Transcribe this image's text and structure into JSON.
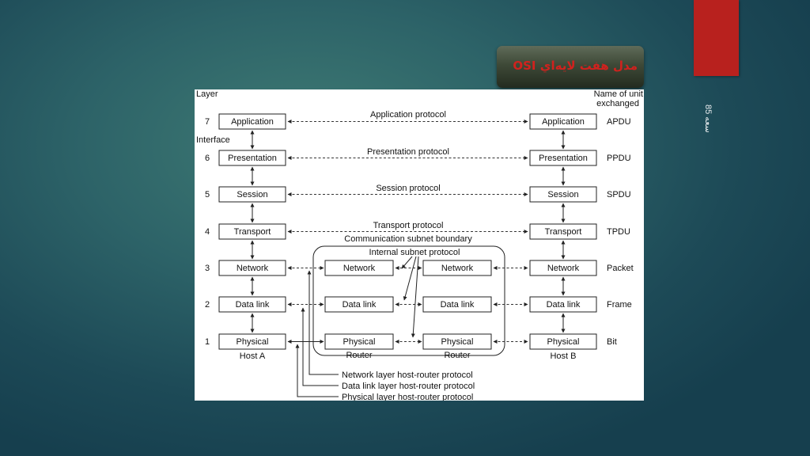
{
  "slide": {
    "title": "مدل هفت لايه‌اي OSI",
    "page_number": "85 سعه"
  },
  "diagram": {
    "header_layer": "Layer",
    "header_unit_line1": "Name of unit",
    "header_unit_line2": "exchanged",
    "interface_label": "Interface",
    "host_a": "Host A",
    "host_b": "Host B",
    "subnet_boundary": "Communication subnet boundary",
    "internal_protocol": "Internal subnet protocol",
    "router_label": "Router",
    "layers": [
      {
        "num": "7",
        "name": "Application",
        "protocol": "Application protocol",
        "unit": "APDU"
      },
      {
        "num": "6",
        "name": "Presentation",
        "protocol": "Presentation protocol",
        "unit": "PPDU"
      },
      {
        "num": "5",
        "name": "Session",
        "protocol": "Session protocol",
        "unit": "SPDU"
      },
      {
        "num": "4",
        "name": "Transport",
        "protocol": "Transport protocol",
        "unit": "TPDU"
      },
      {
        "num": "3",
        "name": "Network",
        "protocol": "",
        "unit": "Packet"
      },
      {
        "num": "2",
        "name": "Data link",
        "protocol": "",
        "unit": "Frame"
      },
      {
        "num": "1",
        "name": "Physical",
        "protocol": "",
        "unit": "Bit"
      }
    ],
    "bottom_protocols": [
      "Network layer host-router protocol",
      "Data link layer host-router protocol",
      "Physical layer host-router protocol"
    ]
  }
}
